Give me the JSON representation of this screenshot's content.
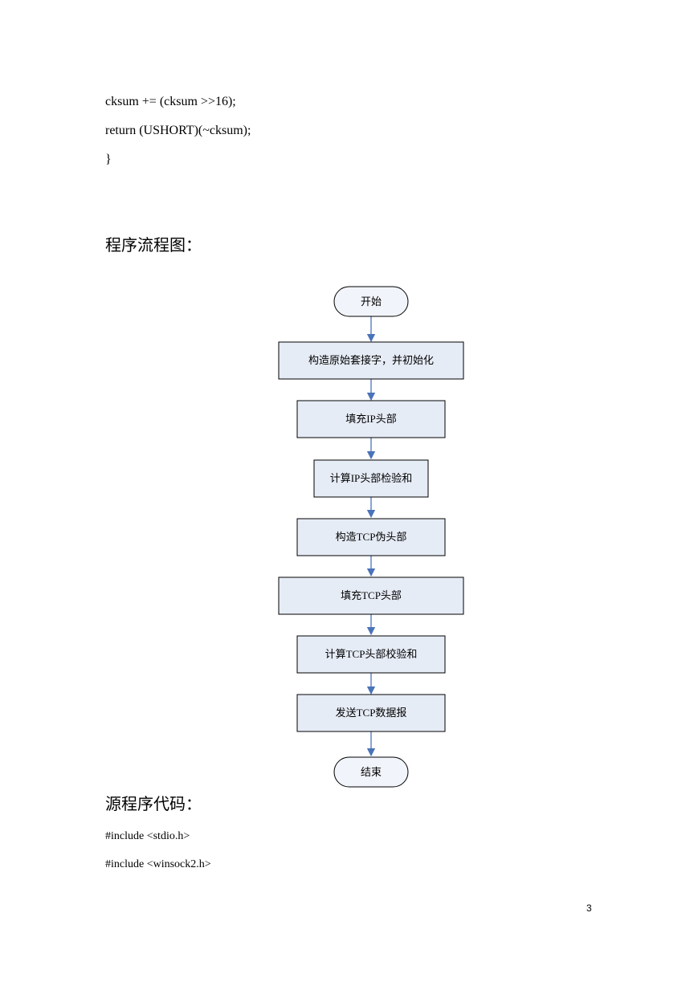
{
  "code_top": [
    "cksum += (cksum >>16);",
    "return (USHORT)(~cksum);",
    "}"
  ],
  "flowchart_heading": "程序流程图：",
  "flowchart": {
    "nodes": [
      {
        "id": "start",
        "shape": "terminal",
        "label": "开始"
      },
      {
        "id": "step1",
        "shape": "process",
        "label": "构造原始套接字，并初始化"
      },
      {
        "id": "step2",
        "shape": "process",
        "label": "填充IP头部"
      },
      {
        "id": "step3",
        "shape": "process",
        "label": "计算IP头部检验和"
      },
      {
        "id": "step4",
        "shape": "process",
        "label": "构造TCP伪头部"
      },
      {
        "id": "step5",
        "shape": "process",
        "label": "填充TCP头部"
      },
      {
        "id": "step6",
        "shape": "process",
        "label": "计算TCP头部校验和"
      },
      {
        "id": "step7",
        "shape": "process",
        "label": "发送TCP数据报"
      },
      {
        "id": "end",
        "shape": "terminal",
        "label": "结束"
      }
    ],
    "box_fill": "#e6ecf6",
    "terminal_fill": "#f1f4fa",
    "arrow_color": "#4a73b8"
  },
  "source_heading": "源程序代码：",
  "code_bottom": [
    "#include <stdio.h>",
    "#include <winsock2.h>"
  ],
  "page_number": "3"
}
